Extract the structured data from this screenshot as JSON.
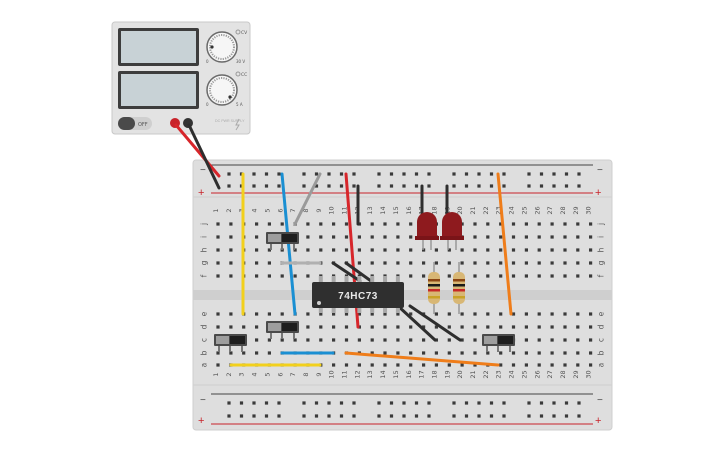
{
  "power_supply": {
    "voltage_range_label": "30 V",
    "current_range_label": "5 A",
    "cv_label": "CV",
    "cc_label": "CC",
    "min_label": "0",
    "power_switch_label": "OFF",
    "model_label": "DC PWR SUPPLY"
  },
  "breadboard": {
    "top_rows": [
      "j",
      "i",
      "h",
      "g",
      "f"
    ],
    "bottom_rows": [
      "e",
      "d",
      "c",
      "b",
      "a"
    ],
    "columns": [
      "1",
      "2",
      "3",
      "4",
      "5",
      "6",
      "7",
      "8",
      "9",
      "10",
      "11",
      "12",
      "13",
      "14",
      "15",
      "16",
      "17",
      "18",
      "19",
      "20",
      "21",
      "22",
      "23",
      "24",
      "25",
      "26",
      "27",
      "28",
      "29",
      "30"
    ],
    "rail_plus": "+",
    "rail_minus": "−"
  },
  "chip": {
    "label": "74HC73"
  },
  "colors": {
    "wire_yellow": "#f2d01c",
    "wire_blue": "#1a8fd2",
    "wire_red": "#d7262b",
    "wire_black": "#2e2e2e",
    "wire_orange": "#ef7d1a",
    "wire_gray": "#9a9a9a",
    "led_red": "#8e1a1e",
    "breadboard": "#dedede"
  },
  "components": [
    "switch-1",
    "switch-2",
    "switch-3",
    "switch-4",
    "led-1",
    "led-2",
    "resistor-1",
    "resistor-2"
  ]
}
